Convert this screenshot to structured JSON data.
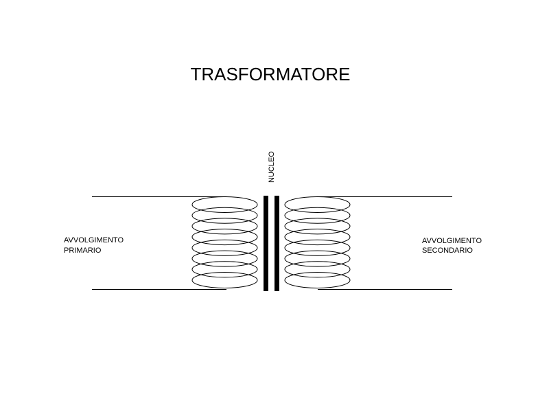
{
  "diagram": {
    "title": "TRASFORMATORE",
    "core_label": "NUCLEO",
    "primary": {
      "line1": "AVVOLGIMENTO",
      "line2": "PRIMARIO",
      "turns": 8
    },
    "secondary": {
      "line1": "AVVOLGIMENTO",
      "line2": "SECONDARIO",
      "turns": 8
    },
    "colors": {
      "stroke": "#000000",
      "background": "#ffffff"
    }
  }
}
